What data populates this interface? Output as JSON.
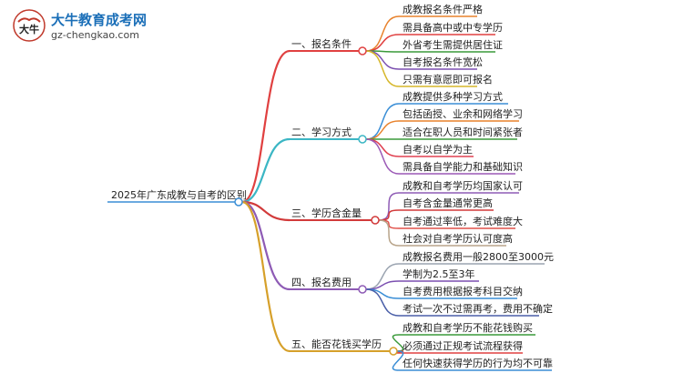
{
  "logo": {
    "title": "大牛教育成考网",
    "url": "gz-chengkao.com",
    "mark_text": "大牛"
  },
  "mindmap": {
    "root": "2025年广东成教与自考的区别",
    "branches": [
      {
        "label": "一、报名条件",
        "color": "#e04040",
        "items": [
          {
            "text": "成教报名条件严格",
            "color": "#e8822c"
          },
          {
            "text": "需具备高中或中专学历",
            "color": "#e04040"
          },
          {
            "text": "外省考生需提供居住证",
            "color": "#3a9a3a"
          },
          {
            "text": "自考报名条件宽松",
            "color": "#7b4fb0"
          },
          {
            "text": "只需有意愿即可报名",
            "color": "#d6b72a"
          }
        ]
      },
      {
        "label": "二、学习方式",
        "color": "#3bb6c4",
        "items": [
          {
            "text": "成教提供多种学习方式",
            "color": "#3a8ed6"
          },
          {
            "text": "包括函授、业余和网络学习",
            "color": "#e8822c"
          },
          {
            "text": "适合在职人员和时间紧张者",
            "color": "#3a9a3a"
          },
          {
            "text": "自考以自学为主",
            "color": "#e04050"
          },
          {
            "text": "需具备自学能力和基础知识",
            "color": "#9b59b6"
          }
        ]
      },
      {
        "label": "三、学历含金量",
        "color": "#d23a3a",
        "items": [
          {
            "text": "成教和自考学历均国家认可",
            "color": "#8e5bb5"
          },
          {
            "text": "自考含金量通常更高",
            "color": "#d23a3a"
          },
          {
            "text": "自考通过率低，考试难度大",
            "color": "#e0504a"
          },
          {
            "text": "社会对自考学历认可度高",
            "color": "#b8a48a"
          }
        ]
      },
      {
        "label": "四、报名费用",
        "color": "#8e5bb5",
        "items": [
          {
            "text": "成教报名费用一般2800至3000元",
            "color": "#9aa3b0"
          },
          {
            "text": "学制为2.5至3年",
            "color": "#7b4fb0"
          },
          {
            "text": "自考费用根据报考科目交纳",
            "color": "#3a8ed6"
          },
          {
            "text": "考试一次不过需再考，费用不确定",
            "color": "#4a5fa8"
          }
        ]
      },
      {
        "label": "五、能否花钱买学历",
        "color": "#d6a02a",
        "items": [
          {
            "text": "成教和自考学历不能花钱购买",
            "color": "#3a9a3a"
          },
          {
            "text": "必须通过正规考试流程获得",
            "color": "#e04040"
          },
          {
            "text": "任何快速获得学历的行为均不可靠",
            "color": "#3a8ed6"
          }
        ]
      }
    ]
  }
}
